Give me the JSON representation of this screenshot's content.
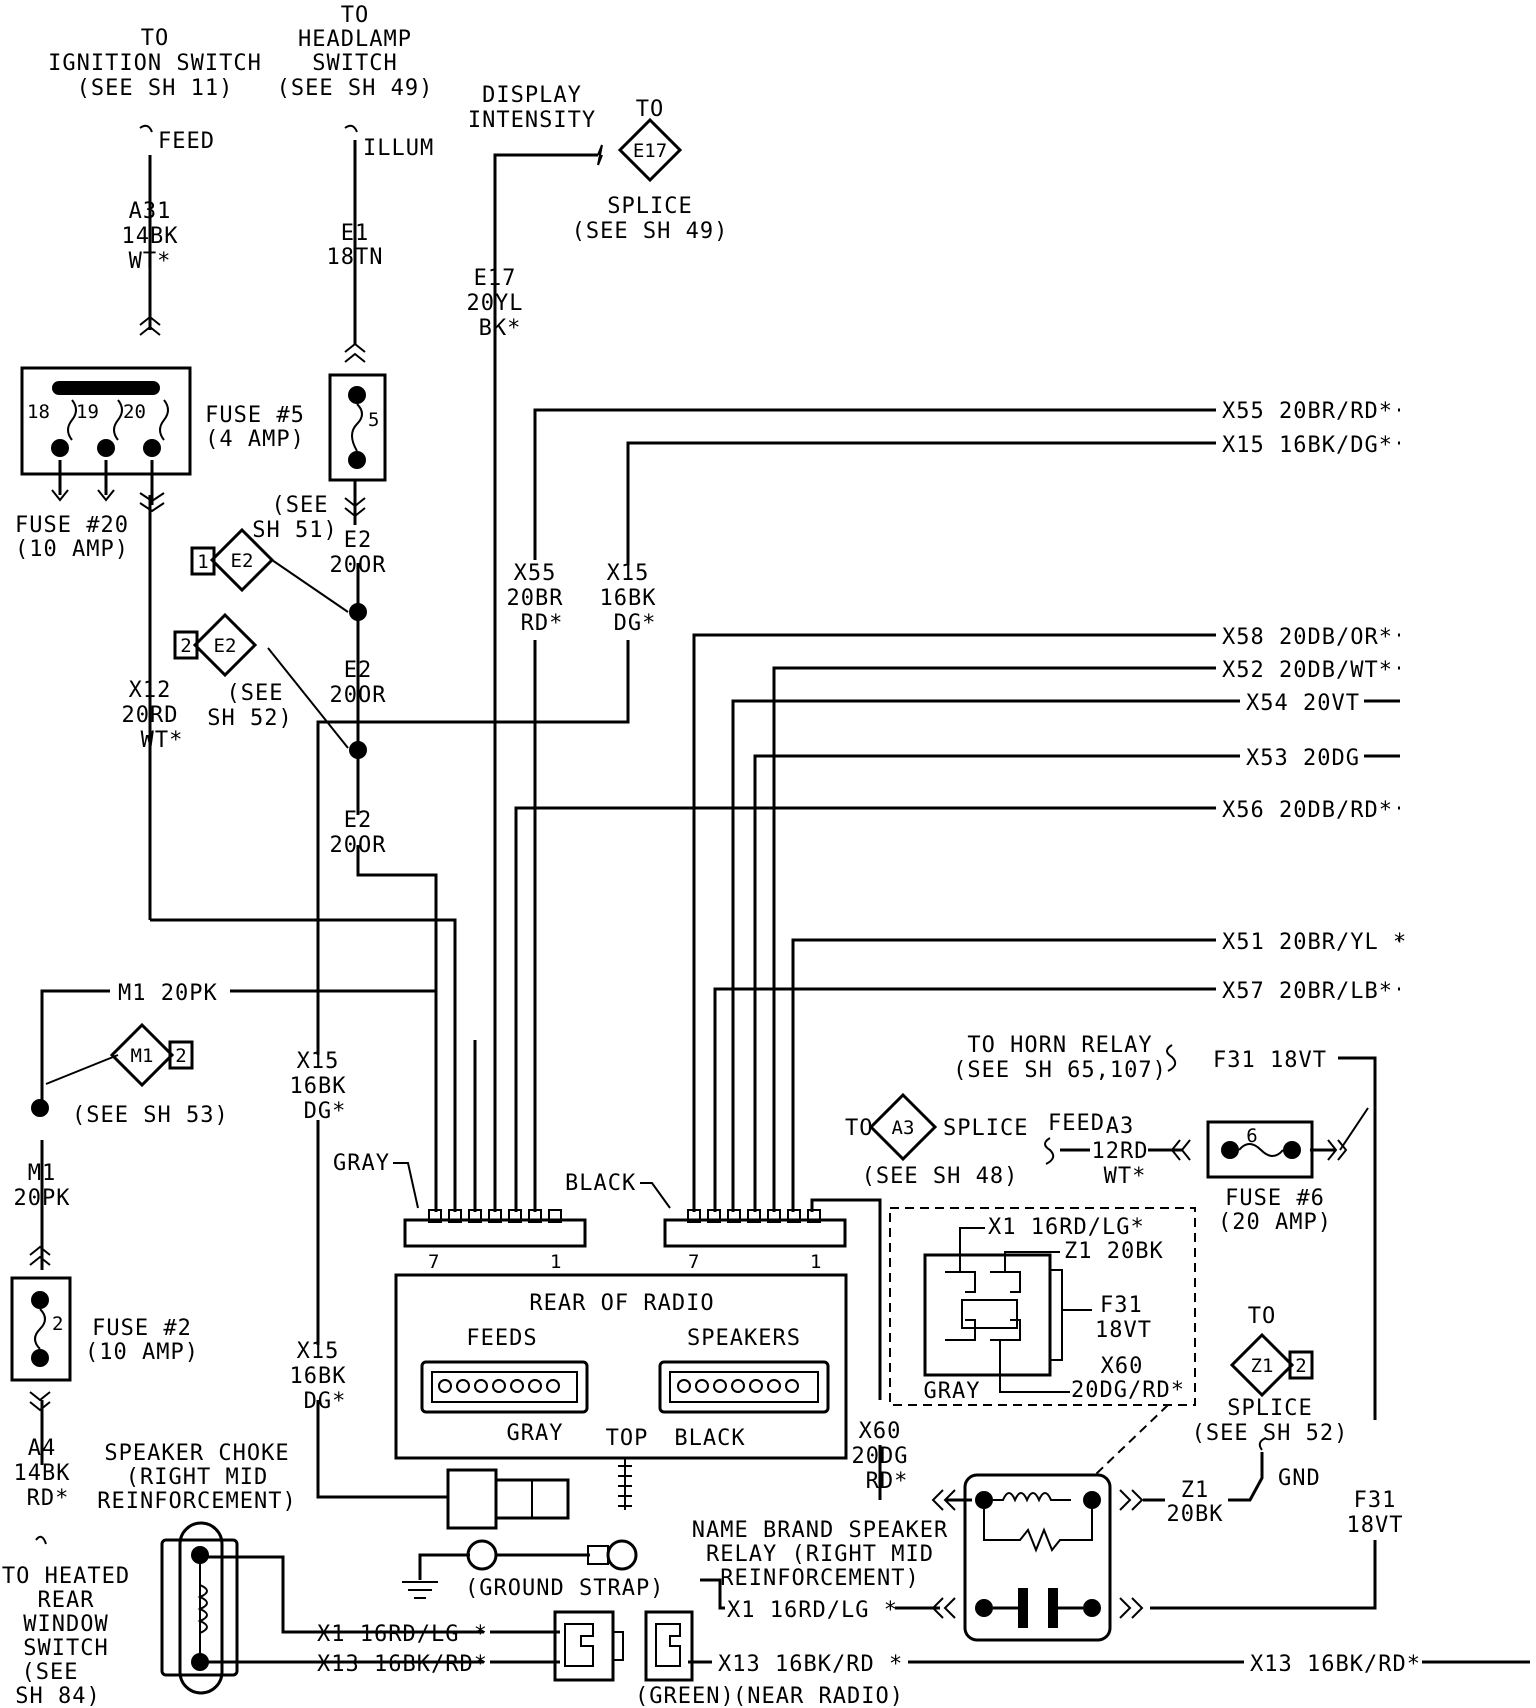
{
  "labels": {
    "ign_to": "TO",
    "ign_1": "IGNITION SWITCH",
    "ign_2": "(SEE SH 11)",
    "ign_feed": "FEED",
    "hl_to": "TO",
    "hl_1": "HEADLAMP",
    "hl_2": "SWITCH",
    "hl_3": "(SEE SH 49)",
    "hl_illum": "ILLUM",
    "di_1": "DISPLAY",
    "di_2": "INTENSITY",
    "e17_to": "TO",
    "e17_tag": "E17",
    "e17_s1": "SPLICE",
    "e17_s2": "(SEE SH 49)",
    "a31_1": "A31",
    "a31_2": "14BK",
    "a31_3": "WT*",
    "e1_1": "E1",
    "e1_2": "18TN",
    "e17w_1": "E17",
    "e17w_2": "20YL",
    "e17w_3": "BK*",
    "fuse5_1": "FUSE #5",
    "fuse5_2": "(4 AMP)",
    "fuse5_num": "5",
    "fb_18": "18",
    "fb_19": "19",
    "fb_20": "20",
    "fuse20_1": "FUSE #20",
    "fuse20_2": "(10 AMP)",
    "see51_1": "(SEE",
    "see51_2": "SH 51)",
    "e2a_1": "E2",
    "e2a_2": "20OR",
    "e2b_1": "E2",
    "e2b_2": "20OR",
    "e2c_1": "E2",
    "e2c_2": "20OR",
    "e2_tag": "E2",
    "e2_n1": "1",
    "e2_n2": "2",
    "see52_1": "(SEE",
    "see52_2": "SH 52)",
    "x12_1": "X12",
    "x12_2": "20RD",
    "x12_3": "WT*",
    "x55v_1": "X55",
    "x55v_2": "20BR",
    "x55v_3": "RD*",
    "x15v_1": "X15",
    "x15v_2": "16BK",
    "x15v_3": "DG*",
    "r_x55": "X55 20BR/RD*",
    "r_x15": "X15 16BK/DG*",
    "r_x58": "X58 20DB/OR*",
    "r_x52": "X52 20DB/WT*",
    "r_x54": "X54 20VT",
    "r_x53": "X53 20DG",
    "r_x56": "X56 20DB/RD*",
    "r_x51": "X51 20BR/YL *",
    "r_x57": "X57 20BR/LB*",
    "m1_h": "M1 20PK",
    "m1_tag": "M1",
    "m1_n": "2",
    "see53": "(SEE SH 53)",
    "m1v_1": "M1",
    "m1v_2": "20PK",
    "fuse2_num": "2",
    "fuse2_1": "FUSE #2",
    "fuse2_2": "(10 AMP)",
    "a4_1": "A4",
    "a4_2": "14BK",
    "a4_3": "RD*",
    "hr_1": "TO HEATED",
    "hr_2": "REAR",
    "hr_3": "WINDOW",
    "hr_4": "SWITCH",
    "hr_5": "(SEE",
    "hr_6": "SH 84)",
    "x15l_1": "X15",
    "x15l_2": "16BK",
    "x15l_3": "DG*",
    "x15m_1": "X15",
    "x15m_2": "16BK",
    "x15m_3": "DG*",
    "gray_lbl": "GRAY",
    "black_lbl": "BLACK",
    "pin7a": "7",
    "pin1a": "1",
    "pin7b": "7",
    "pin1b": "1",
    "ror": "REAR OF RADIO",
    "feeds": "FEEDS",
    "speakers": "SPEAKERS",
    "gray2": "GRAY",
    "top": "TOP",
    "black2": "BLACK",
    "ground": "(GROUND STRAP)",
    "horn_1": "TO HORN RELAY",
    "horn_2": "(SEE SH 65,107)",
    "f31_h": "F31 18VT",
    "a3_to": "TO",
    "a3_tag": "A3",
    "a3_s": "SPLICE",
    "a3_feed": "FEED",
    "a3_see": "(SEE SH 48)",
    "a3w_1": "A3",
    "a3w_2": "12RD",
    "a3w_3": "WT*",
    "fuse6_num": "6",
    "fuse6_1": "FUSE #6",
    "fuse6_2": "(20 AMP)",
    "inset_x1": "X1 16RD/LG*",
    "inset_z1": "Z1 20BK",
    "inset_f31_1": "F31",
    "inset_f31_2": "18VT",
    "inset_x60_1": "X60",
    "inset_x60_2": "20DG/RD*",
    "inset_gray": "GRAY",
    "z1_to": "TO",
    "z1_tag": "Z1",
    "z1_n": "2",
    "z1_s1": "SPLICE",
    "z1_s2": "(SEE SH 52)",
    "gnd": "GND",
    "x60v_1": "X60",
    "x60v_2": "20DG",
    "x60v_3": "RD*",
    "z1w_1": "Z1",
    "z1w_2": "20BK",
    "f31v_1": "F31",
    "f31v_2": "18VT",
    "choke_1": "SPEAKER CHOKE",
    "choke_2": "(RIGHT MID",
    "choke_3": "REINFORCEMENT)",
    "nb_1": "NAME BRAND SPEAKER",
    "nb_2": "RELAY (RIGHT MID",
    "nb_3": "REINFORCEMENT)",
    "b_x1_l": "X1 16RD/LG *",
    "b_x13_l": "X13 16BK/RD*",
    "b_x1_r": "X1 16RD/LG *",
    "b_x13_m": "X13 16BK/RD *",
    "b_x13_r": "X13 16BK/RD*",
    "green": "(GREEN)",
    "near": "(NEAR RADIO)"
  }
}
